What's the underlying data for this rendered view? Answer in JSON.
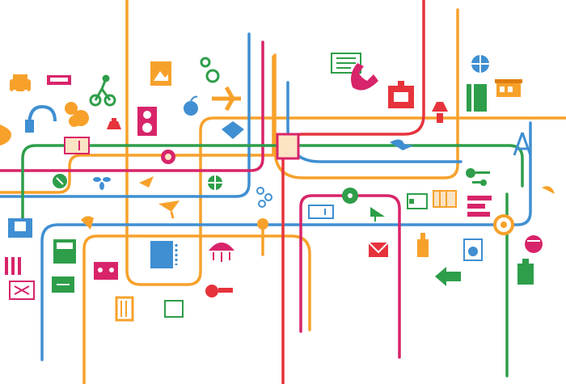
{
  "colors": {
    "orange": "#f7a12b",
    "blue": "#3f8fd2",
    "magenta": "#d8246a",
    "red": "#e6333c",
    "green": "#2e9e4a",
    "white": "#ffffff"
  },
  "lines": [
    {
      "name": "orange-line",
      "color": "orange"
    },
    {
      "name": "blue-line",
      "color": "blue"
    },
    {
      "name": "magenta-line",
      "color": "magenta"
    },
    {
      "name": "red-line",
      "color": "red"
    },
    {
      "name": "green-line",
      "color": "green"
    }
  ],
  "icons": [
    "car-icon",
    "bus-icon",
    "cyclist-icon",
    "framed-picture-icon",
    "gear-icon",
    "document-icon",
    "telephone-icon",
    "globe-icon",
    "storefront-icon",
    "flag-icon",
    "headset-icon",
    "sun-cloud-icon",
    "speaker-icon",
    "apple-icon",
    "airplane-icon",
    "medical-cabinet-icon",
    "lamp-icon",
    "skyscraper-icon",
    "bulb-icon",
    "bridge-icon",
    "toaster-icon",
    "compass-icon",
    "fan-icon",
    "diamond-icon",
    "tv-icon",
    "wine-glass-icon",
    "piano-icon",
    "film-icon",
    "bird-icon",
    "cutlery-icon",
    "bar-chart-icon",
    "phone-icon",
    "envelope-icon",
    "bottle-icon",
    "washing-machine-icon",
    "jelly-fish-icon",
    "cellphone-icon",
    "projector-board-icon",
    "robot-icon",
    "radio-icon",
    "accordion-icon",
    "battery-icon",
    "arrow-left-icon",
    "mixer-icon",
    "faucet-icon",
    "soccer-ball-icon",
    "dna-icon",
    "eiffel-tower-icon",
    "fire-icon",
    "alarm-clock-icon",
    "bowl-icon",
    "hand-icon",
    "umbrella-icon",
    "lighthouse-icon",
    "washer-icon"
  ]
}
